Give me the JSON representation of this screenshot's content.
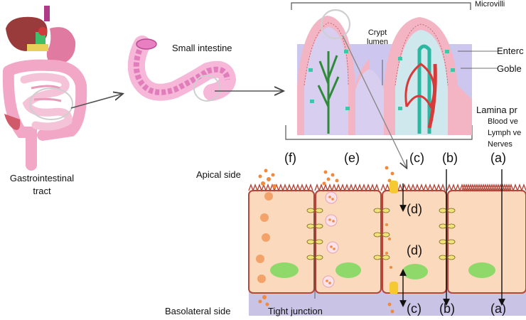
{
  "labels": {
    "gi_tract": "Gastrointestinal\ntract",
    "small_intestine": "Small intestine",
    "microvilli": "Microvilli",
    "crypt_lumen": "Crypt\nlumen",
    "enterocytes": "Enterc",
    "goblet": "Goble",
    "lamina": "Lamina pr",
    "blood": "Blood ve",
    "lymph": "Lymph ve",
    "nerves": "Nerves",
    "apical_side": "Apical side",
    "basolateral_side": "Basolateral side",
    "tight_junction": "Tight junction"
  },
  "routes": {
    "f": "(f)",
    "e": "(e)",
    "c_top": "(c)",
    "b_top": "(b)",
    "a_top": "(a)",
    "d_upper": "(d)",
    "d_lower": "(d)",
    "c_bottom": "(c)",
    "b_bottom": "(b)",
    "a_bottom": "(a)"
  },
  "colors": {
    "cell": "#fbd9bc",
    "cell_border": "#b4463a",
    "basal": "#c9c3e6",
    "nucleus": "#8fd96a",
    "particle": "#f08a3c",
    "villus_pink": "#f2b8c6",
    "intestine_pink": "#e77fc1"
  }
}
